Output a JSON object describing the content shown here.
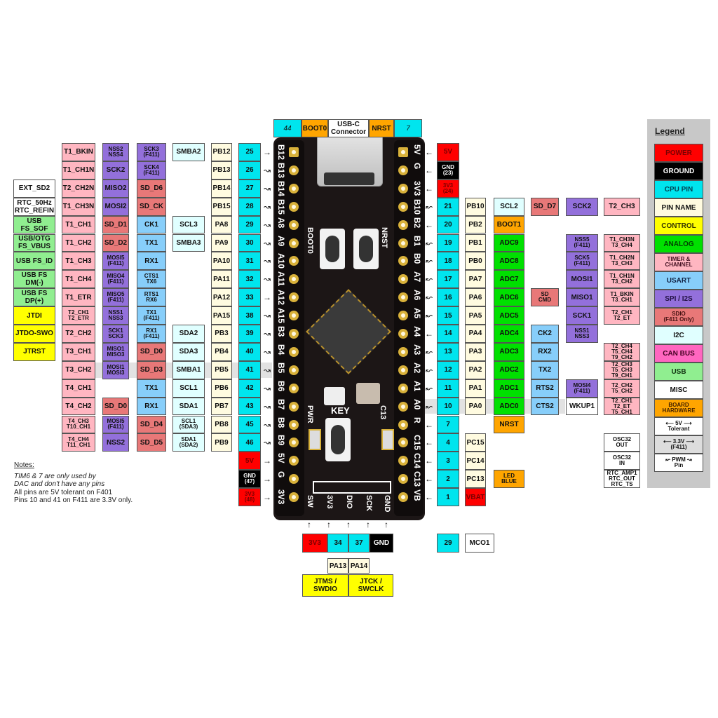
{
  "colors": {
    "power": "#ff0000",
    "ground": "#000000",
    "cpu_pin": "#00e5ee",
    "pin_name": "#fffbe0",
    "control": "#ffff00",
    "analog": "#00e000",
    "timer": "#ffb6c1",
    "usart": "#87cefa",
    "spi": "#9370db",
    "sdio": "#e87878",
    "i2c": "#e0ffff",
    "can": "#ff66c0",
    "usb": "#90ee90",
    "misc": "#ffffff",
    "board_hw": "#ffa500",
    "v33": "#dddddd"
  },
  "top_header": [
    {
      "text": "44",
      "type": "cpu_pin"
    },
    {
      "text": "BOOT0",
      "type": "board_hw"
    },
    {
      "text": "USB-C\nConnector",
      "type": "misc"
    },
    {
      "text": "NRST",
      "type": "board_hw"
    },
    {
      "text": "7",
      "type": "cpu_pin"
    }
  ],
  "left_rows": [
    {
      "extra": null,
      "timer": "T1_BKIN",
      "spi": "NSS2\nNSS4",
      "alt": {
        "t": "SCK3\n(F411)",
        "c": "spi"
      },
      "i2c": "SMBA2",
      "name": "PB12",
      "num": "25",
      "arrow": "→",
      "board": "B12"
    },
    {
      "extra": null,
      "timer": "T1_CH1N",
      "spi": "SCK2",
      "alt": {
        "t": "SCK4\n(F411)",
        "c": "spi"
      },
      "i2c": null,
      "name": "PB13",
      "num": "26",
      "arrow": "↝",
      "board": "B13"
    },
    {
      "extra": {
        "t": "EXT_SD2",
        "c": "misc"
      },
      "timer": "T2_CH2N",
      "spi": "MISO2",
      "alt": {
        "t": "SD_D6",
        "c": "sdio"
      },
      "i2c": null,
      "name": "PB14",
      "num": "27",
      "arrow": "↝",
      "board": "B14"
    },
    {
      "extra": {
        "t": "RTC_50Hz\nRTC_REFIN",
        "c": "misc"
      },
      "timer": "T1_CH3N",
      "spi": "MOSI2",
      "alt": {
        "t": "SD_CK",
        "c": "sdio"
      },
      "i2c": null,
      "name": "PB15",
      "num": "28",
      "arrow": "↝",
      "board": "B15"
    },
    {
      "extra": {
        "t": "USB\nFS_SOF",
        "c": "usb"
      },
      "timer": "T1_CH1",
      "spi": {
        "t": "SD_D1",
        "c": "sdio"
      },
      "alt": {
        "t": "CK1",
        "c": "usart"
      },
      "i2c": "SCL3",
      "name": "PA8",
      "num": "29",
      "arrow": "↝",
      "board": "A8"
    },
    {
      "extra": {
        "t": "USB/OTG\nFS_VBUS",
        "c": "usb"
      },
      "timer": "T1_CH2",
      "spi": {
        "t": "SD_D2",
        "c": "sdio"
      },
      "alt": {
        "t": "TX1",
        "c": "usart"
      },
      "i2c": "SMBA3",
      "name": "PA9",
      "num": "30",
      "arrow": "↝",
      "board": "A9"
    },
    {
      "extra": {
        "t": "USB FS_ID",
        "c": "usb"
      },
      "timer": "T1_CH3",
      "spi": "MOSI5\n(F411)",
      "alt": {
        "t": "RX1",
        "c": "usart"
      },
      "i2c": null,
      "name": "PA10",
      "num": "31",
      "arrow": "↝",
      "board": "A10"
    },
    {
      "extra": {
        "t": "USB FS\nDM(-)",
        "c": "usb"
      },
      "timer": "T1_CH4",
      "spi": "MISO4\n(F411)",
      "alt": {
        "t": "CTS1\nTX6",
        "c": "usart"
      },
      "i2c": null,
      "name": "PA11",
      "num": "32",
      "arrow": "↝",
      "board": "A11"
    },
    {
      "extra": {
        "t": "USB FS\nDP(+)",
        "c": "usb"
      },
      "timer": "T1_ETR",
      "spi": "MISO5\n(F411)",
      "alt": {
        "t": "RTS1\nRX6",
        "c": "usart"
      },
      "i2c": null,
      "name": "PA12",
      "num": "33",
      "arrow": "→",
      "board": "A12"
    },
    {
      "extra": {
        "t": "JTDI",
        "c": "control"
      },
      "timer": "T2_CH1\nT2_ETR",
      "spi": "NSS1\nNSS3",
      "alt": {
        "t": "TX1\n(F411)",
        "c": "usart"
      },
      "i2c": null,
      "name": "PA15",
      "num": "38",
      "arrow": "↝",
      "board": "A15"
    },
    {
      "extra": {
        "t": "JTDO-SWO",
        "c": "control"
      },
      "timer": "T2_CH2",
      "spi": "SCK1\nSCK3",
      "alt": {
        "t": "RX1\n(F411)",
        "c": "usart"
      },
      "i2c": "SDA2",
      "name": "PB3",
      "num": "39",
      "arrow": "↝",
      "board": "B3"
    },
    {
      "extra": {
        "t": "JTRST",
        "c": "control"
      },
      "timer": "T3_CH1",
      "spi": "MISO1\nMISO3",
      "alt": {
        "t": "SD_D0",
        "c": "sdio"
      },
      "i2c": "SDA3",
      "name": "PB4",
      "num": "40",
      "arrow": "↝",
      "board": "B4"
    },
    {
      "extra": null,
      "timer": "T3_CH2",
      "spi": "MOSI1\nMOSI3",
      "alt": {
        "t": "SD_D3",
        "c": "sdio"
      },
      "i2c": "SMBA1",
      "name": "PB5",
      "num": "41",
      "arrow": "↝",
      "board": "B5",
      "hl": true
    },
    {
      "extra": null,
      "timer": "T4_CH1",
      "spi": null,
      "alt": {
        "t": "TX1",
        "c": "usart"
      },
      "i2c": "SCL1",
      "name": "PB6",
      "num": "42",
      "arrow": "↝",
      "board": "B6"
    },
    {
      "extra": null,
      "timer": "T4_CH2",
      "spi": {
        "t": "SD_D0",
        "c": "sdio"
      },
      "alt": {
        "t": "RX1",
        "c": "usart"
      },
      "i2c": "SDA1",
      "name": "PB7",
      "num": "43",
      "arrow": "↝",
      "board": "B7"
    },
    {
      "extra": null,
      "timer": "T4_CH3\nT10_CH1",
      "spi": "MOSI5\n(F411)",
      "alt": {
        "t": "SD_D4",
        "c": "sdio"
      },
      "i2c": "SCL1\n(SDA3)",
      "name": "PB8",
      "num": "45",
      "arrow": "↝",
      "board": "B8"
    },
    {
      "extra": null,
      "timer": "T4_CH4\nT11_CH1",
      "spi": "NSS2",
      "alt": {
        "t": "SD_D5",
        "c": "sdio"
      },
      "i2c": "SDA1\n(SDA2)",
      "name": "PB9",
      "num": "46",
      "arrow": "↝",
      "board": "B9"
    },
    {
      "power": {
        "t": "5V",
        "c": "power"
      },
      "arrow": "→",
      "board": "5V"
    },
    {
      "power": {
        "t": "GND\n(47)",
        "c": "ground"
      },
      "arrow": "→",
      "board": "G"
    },
    {
      "power": {
        "t": "3V3\n(48)",
        "c": "power"
      },
      "arrow": "→",
      "board": "3V3"
    }
  ],
  "right_rows": [
    {
      "power": {
        "t": "5V",
        "c": "power"
      },
      "arrow": "←",
      "board": "5V"
    },
    {
      "power": {
        "t": "GND\n(23)",
        "c": "ground"
      },
      "arrow": "←",
      "board": "G"
    },
    {
      "power": {
        "t": "3V3\n(24)",
        "c": "power"
      },
      "arrow": "←",
      "board": "3V3"
    },
    {
      "num": "21",
      "name": "PB10",
      "c1": {
        "t": "SCL2",
        "c": "i2c"
      },
      "c2": {
        "t": "SD_D7",
        "c": "sdio"
      },
      "c3": {
        "t": "SCK2",
        "c": "spi"
      },
      "c4": {
        "t": "T2_CH3",
        "c": "timer"
      },
      "arrow": "↜",
      "board": "B10"
    },
    {
      "num": "20",
      "name": "PB2",
      "c1": {
        "t": "BOOT1",
        "c": "board_hw"
      },
      "arrow": "←",
      "board": "B2"
    },
    {
      "num": "19",
      "name": "PB1",
      "c1": {
        "t": "ADC9",
        "c": "analog"
      },
      "c3": {
        "t": "NSS5\n(F411)",
        "c": "spi"
      },
      "c4": {
        "t": "T1_CH3N\nT3_CH4",
        "c": "timer"
      },
      "arrow": "↜",
      "board": "B1"
    },
    {
      "num": "18",
      "name": "PB0",
      "c1": {
        "t": "ADC8",
        "c": "analog"
      },
      "c3": {
        "t": "SCK5\n(F411)",
        "c": "spi"
      },
      "c4": {
        "t": "T1_CH2N\nT3_CH3",
        "c": "timer"
      },
      "arrow": "↜",
      "board": "B0"
    },
    {
      "num": "17",
      "name": "PA7",
      "c1": {
        "t": "ADC7",
        "c": "analog"
      },
      "c3": {
        "t": "MOSI1",
        "c": "spi"
      },
      "c4": {
        "t": "T1_CH1N\nT3_CH2",
        "c": "timer"
      },
      "arrow": "↜",
      "board": "A7"
    },
    {
      "num": "16",
      "name": "PA6",
      "c1": {
        "t": "ADC6",
        "c": "analog"
      },
      "c2": {
        "t": "SD\nCMD",
        "c": "sdio"
      },
      "c3": {
        "t": "MISO1",
        "c": "spi"
      },
      "c4": {
        "t": "T1_BKIN\nT3_CH1",
        "c": "timer"
      },
      "arrow": "↜",
      "board": "A6"
    },
    {
      "num": "15",
      "name": "PA5",
      "c1": {
        "t": "ADC5",
        "c": "analog"
      },
      "c3": {
        "t": "SCK1",
        "c": "spi"
      },
      "c4": {
        "t": "T2_CH1\nT2_ET",
        "c": "timer"
      },
      "arrow": "↜",
      "board": "A5"
    },
    {
      "num": "14",
      "name": "PA4",
      "c1": {
        "t": "ADC4",
        "c": "analog"
      },
      "c2": {
        "t": "CK2",
        "c": "usart"
      },
      "c3": {
        "t": "NSS1\nNSS3",
        "c": "spi"
      },
      "arrow": "←",
      "board": "A4"
    },
    {
      "num": "13",
      "name": "PA3",
      "c1": {
        "t": "ADC3",
        "c": "analog"
      },
      "c2": {
        "t": "RX2",
        "c": "usart"
      },
      "c4": {
        "t": "T2_CH4\nT5_CH4\nT9_CH2",
        "c": "timer",
        "small": true
      },
      "arrow": "↜",
      "board": "A3"
    },
    {
      "num": "12",
      "name": "PA2",
      "c1": {
        "t": "ADC2",
        "c": "analog"
      },
      "c2": {
        "t": "TX2",
        "c": "usart"
      },
      "c4": {
        "t": "T2_CH3\nT5_CH3\nT9_CH1",
        "c": "timer",
        "small": true
      },
      "arrow": "↜",
      "board": "A2"
    },
    {
      "num": "11",
      "name": "PA1",
      "c1": {
        "t": "ADC1",
        "c": "analog"
      },
      "c2": {
        "t": "RTS2",
        "c": "usart"
      },
      "c3": {
        "t": "MOSI4\n(F411)",
        "c": "spi"
      },
      "c4": {
        "t": "T2_CH2\nT5_CH2",
        "c": "timer"
      },
      "arrow": "↜",
      "board": "A1"
    },
    {
      "num": "10",
      "name": "PA0",
      "c1": {
        "t": "ADC0",
        "c": "analog"
      },
      "c2": {
        "t": "CTS2",
        "c": "usart"
      },
      "c3": {
        "t": "WKUP1",
        "c": "misc"
      },
      "c4": {
        "t": "T2_CH1\nT2_ET\nT5_CH1",
        "c": "timer",
        "small": true
      },
      "arrow": "↜",
      "board": "A0",
      "hl": true
    },
    {
      "num": "7",
      "name": null,
      "c1": {
        "t": "NRST",
        "c": "board_hw"
      },
      "arrow": "←",
      "board": "R"
    },
    {
      "num": "4",
      "name": "PC15",
      "c4": {
        "t": "OSC32\nOUT",
        "c": "misc"
      },
      "arrow": "←",
      "board": "C15"
    },
    {
      "num": "3",
      "name": "PC14",
      "c4": {
        "t": "OSC32\nIN",
        "c": "misc"
      },
      "arrow": "←",
      "board": "C14"
    },
    {
      "num": "2",
      "name": "PC13",
      "c1": {
        "t": "LED\nBLUE",
        "c": "board_hw"
      },
      "c4": {
        "t": "RTC_AMP1\nRTC_OUT\nRTC_TS",
        "c": "misc",
        "small": true
      },
      "arrow": "←",
      "board": "C13"
    },
    {
      "num": "1",
      "name": {
        "t": "VBAT",
        "c": "power"
      },
      "arrow": "←",
      "board": "VB"
    }
  ],
  "swd_header": {
    "board_labels": [
      "SW",
      "3V3",
      "DIO",
      "SCK",
      "GND"
    ],
    "pins": [
      {
        "t": "3V3",
        "c": "power"
      },
      {
        "t": "34",
        "c": "cpu_pin"
      },
      {
        "t": "37",
        "c": "cpu_pin"
      },
      {
        "t": "GND",
        "c": "ground"
      }
    ],
    "names": [
      "PA13",
      "PA14"
    ],
    "functions": [
      "JTMS /\nSWDIO",
      "JTCK /\nSWCLK"
    ]
  },
  "mco": {
    "pin": "29",
    "label": "MCO1"
  },
  "board_labels": {
    "boot0": "BOOT0",
    "nrst": "NRST",
    "key": "KEY",
    "pwr": "PWR",
    "c13": "C13"
  },
  "legend": {
    "title": "Legend",
    "items": [
      {
        "label": "POWER",
        "c": "power",
        "fg": "#7a0000"
      },
      {
        "label": "GROUND",
        "c": "ground",
        "fg": "#ffffff"
      },
      {
        "label": "CPU PIN",
        "c": "cpu_pin",
        "fg": "#004455"
      },
      {
        "label": "PIN NAME",
        "c": "pin_name",
        "fg": "#111"
      },
      {
        "label": "CONTROL",
        "c": "control",
        "fg": "#333300"
      },
      {
        "label": "ANALOG",
        "c": "analog",
        "fg": "#004400"
      },
      {
        "label": "TIMER &\nCHANNEL",
        "c": "timer",
        "fg": "#441122"
      },
      {
        "label": "USART",
        "c": "usart",
        "fg": "#112244"
      },
      {
        "label": "SPI / I2S",
        "c": "spi",
        "fg": "#221144"
      },
      {
        "label": "SDIO\n(F411 Only)",
        "c": "sdio",
        "fg": "#441111"
      },
      {
        "label": "I2C",
        "c": "i2c",
        "fg": "#111"
      },
      {
        "label": "CAN BUS",
        "c": "can",
        "fg": "#440022"
      },
      {
        "label": "USB",
        "c": "usb",
        "fg": "#113311"
      },
      {
        "label": "MISC",
        "c": "misc",
        "fg": "#111"
      },
      {
        "label": "BOARD\nHARDWARE",
        "c": "board_hw",
        "fg": "#442200"
      },
      {
        "label": "⟵ 5V ⟶\nTolerant",
        "c": "misc",
        "fg": "#111"
      },
      {
        "label": "⟵ 3.3V ⟶\n(F411)",
        "c": "v33",
        "fg": "#111"
      },
      {
        "label": "↜ PWM ↝\nPin",
        "c": "misc",
        "fg": "#111"
      }
    ]
  },
  "notes": {
    "title": "Notes:",
    "lines_italic": [
      "TIM6 & 7 are only used by",
      "DAC and don't have any pins"
    ],
    "lines": [
      "All pins are 5V tolerant on F401",
      "Pins 10 and 41 on F411 are 3.3V only."
    ]
  }
}
